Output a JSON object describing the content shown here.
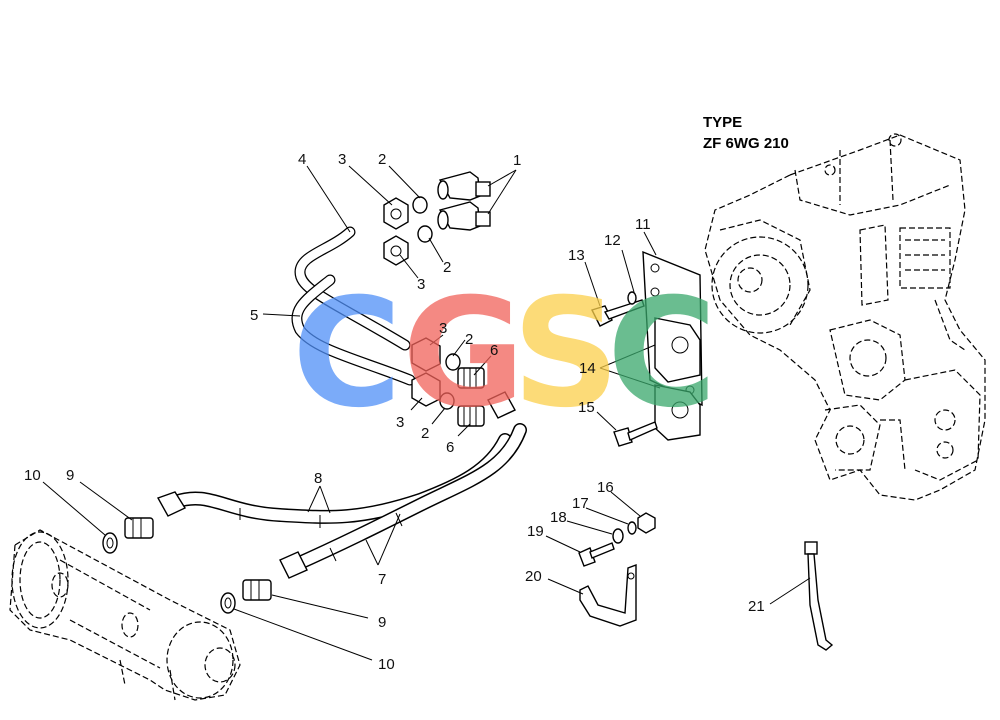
{
  "title": {
    "line1": "TYPE",
    "line2": "ZF 6WG 210"
  },
  "watermark": {
    "letters": [
      "C",
      "G",
      "S",
      "C"
    ],
    "colors": [
      "#4f8ff7",
      "#f1625a",
      "#fbd04b",
      "#39a76b"
    ]
  },
  "callouts": [
    {
      "id": "c1",
      "text": "1"
    },
    {
      "id": "c2a",
      "text": "2"
    },
    {
      "id": "c2b",
      "text": "2"
    },
    {
      "id": "c2c",
      "text": "2"
    },
    {
      "id": "c2d",
      "text": "2"
    },
    {
      "id": "c3a",
      "text": "3"
    },
    {
      "id": "c3b",
      "text": "3"
    },
    {
      "id": "c3c",
      "text": "3"
    },
    {
      "id": "c3d",
      "text": "3"
    },
    {
      "id": "c4",
      "text": "4"
    },
    {
      "id": "c5",
      "text": "5"
    },
    {
      "id": "c6a",
      "text": "6"
    },
    {
      "id": "c6b",
      "text": "6"
    },
    {
      "id": "c7",
      "text": "7"
    },
    {
      "id": "c8",
      "text": "8"
    },
    {
      "id": "c9a",
      "text": "9"
    },
    {
      "id": "c9b",
      "text": "9"
    },
    {
      "id": "c10a",
      "text": "10"
    },
    {
      "id": "c10b",
      "text": "10"
    },
    {
      "id": "c11",
      "text": "11"
    },
    {
      "id": "c12",
      "text": "12"
    },
    {
      "id": "c13",
      "text": "13"
    },
    {
      "id": "c14",
      "text": "14"
    },
    {
      "id": "c15",
      "text": "15"
    },
    {
      "id": "c16",
      "text": "16"
    },
    {
      "id": "c17",
      "text": "17"
    },
    {
      "id": "c18",
      "text": "18"
    },
    {
      "id": "c19",
      "text": "19"
    },
    {
      "id": "c20",
      "text": "20"
    },
    {
      "id": "c21",
      "text": "21"
    }
  ]
}
